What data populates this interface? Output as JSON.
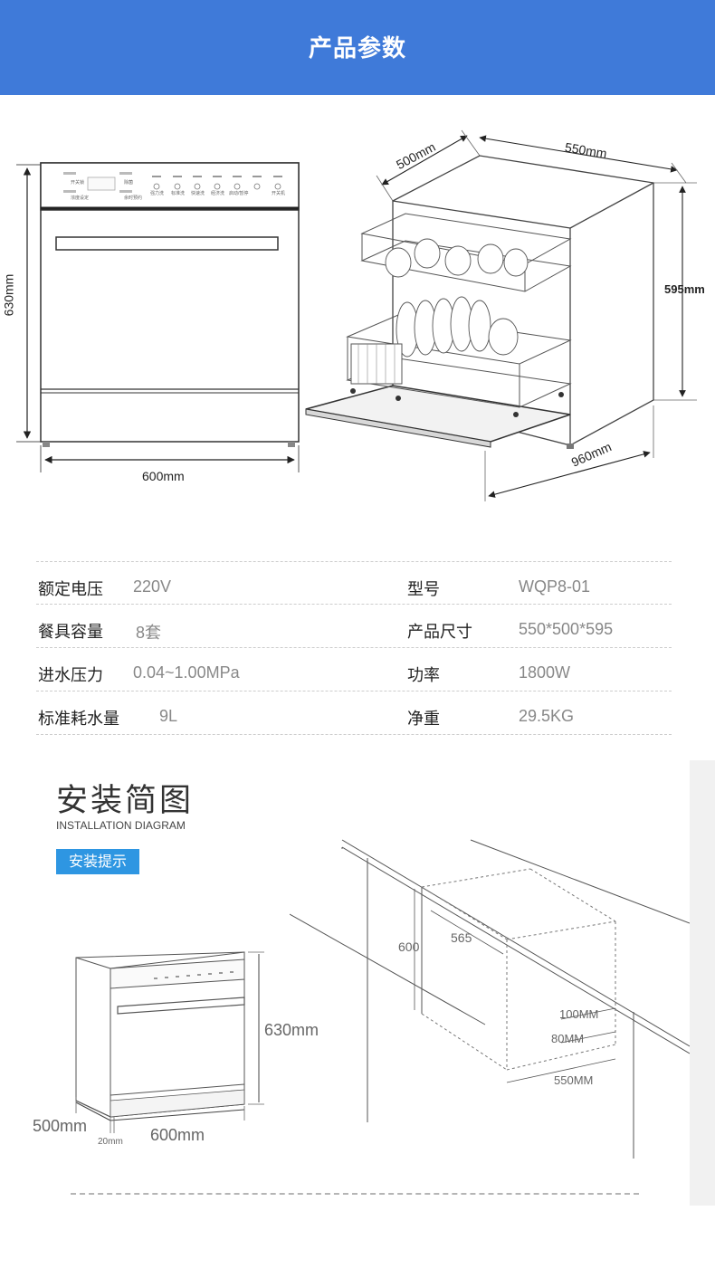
{
  "header": {
    "title": "产品参数"
  },
  "panel_labels": [
    "开关锁",
    "浓度设定",
    "除菌",
    "余时预约",
    "强力洗",
    "标准洗",
    "快速洗",
    "经济洗",
    "启动/暂停",
    "开关机"
  ],
  "dimensions": {
    "front_height": "630mm",
    "front_width": "600mm",
    "depth_top": "500mm",
    "width_top": "550mm",
    "height_right": "595mm",
    "open_depth": "960mm"
  },
  "specs": [
    {
      "left_label": "额定电压",
      "left_value": "220V",
      "right_label": "型号",
      "right_value": "WQP8-01"
    },
    {
      "left_label": "餐具容量",
      "left_value": "8套",
      "right_label": "产品尺寸",
      "right_value": "550*500*595"
    },
    {
      "left_label": "进水压力",
      "left_value": "0.04~1.00MPa",
      "right_label": "功率",
      "right_value": "1800W"
    },
    {
      "left_label": "标准耗水量",
      "left_value": "9L",
      "right_label": "净重",
      "right_value": "29.5KG"
    }
  ],
  "install": {
    "title": "安装简图",
    "subtitle": "INSTALLATION DIAGRAM",
    "tip": "安装提示",
    "dims": {
      "h630": "630mm",
      "d500": "500mm",
      "w600": "600mm",
      "g20": "20mm",
      "c600": "600",
      "c565": "565",
      "c100": "100MM",
      "c80": "80MM",
      "c550": "550MM"
    }
  },
  "colors": {
    "banner": "#3f7ad9",
    "tip": "#2e96e2"
  }
}
